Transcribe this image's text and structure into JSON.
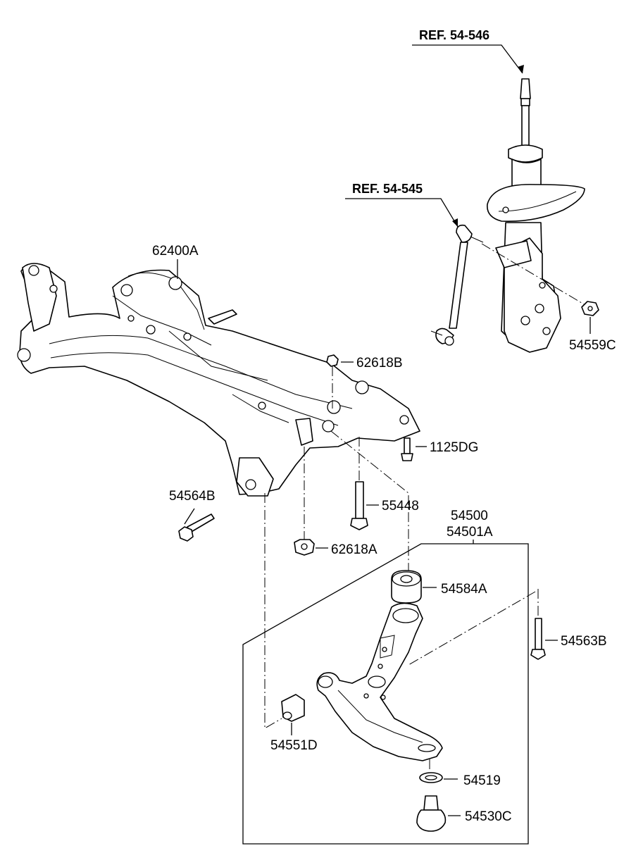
{
  "references": {
    "strut": "REF. 54-546",
    "stabilizer_link": "REF. 54-545"
  },
  "labels": {
    "crossmember": "62400A",
    "nut_upper": "62618B",
    "bolt_small": "1125DG",
    "bolt_front": "54564B",
    "bolt_vertical": "55448",
    "nut_lower": "62618A",
    "arm_assy_1": "54500",
    "arm_assy_2": "54501A",
    "bushing_rear": "54584A",
    "bolt_arm": "54563B",
    "bushing_front": "54551D",
    "snap_ring": "54519",
    "ball_joint": "54530C",
    "link_nut": "54559C"
  }
}
